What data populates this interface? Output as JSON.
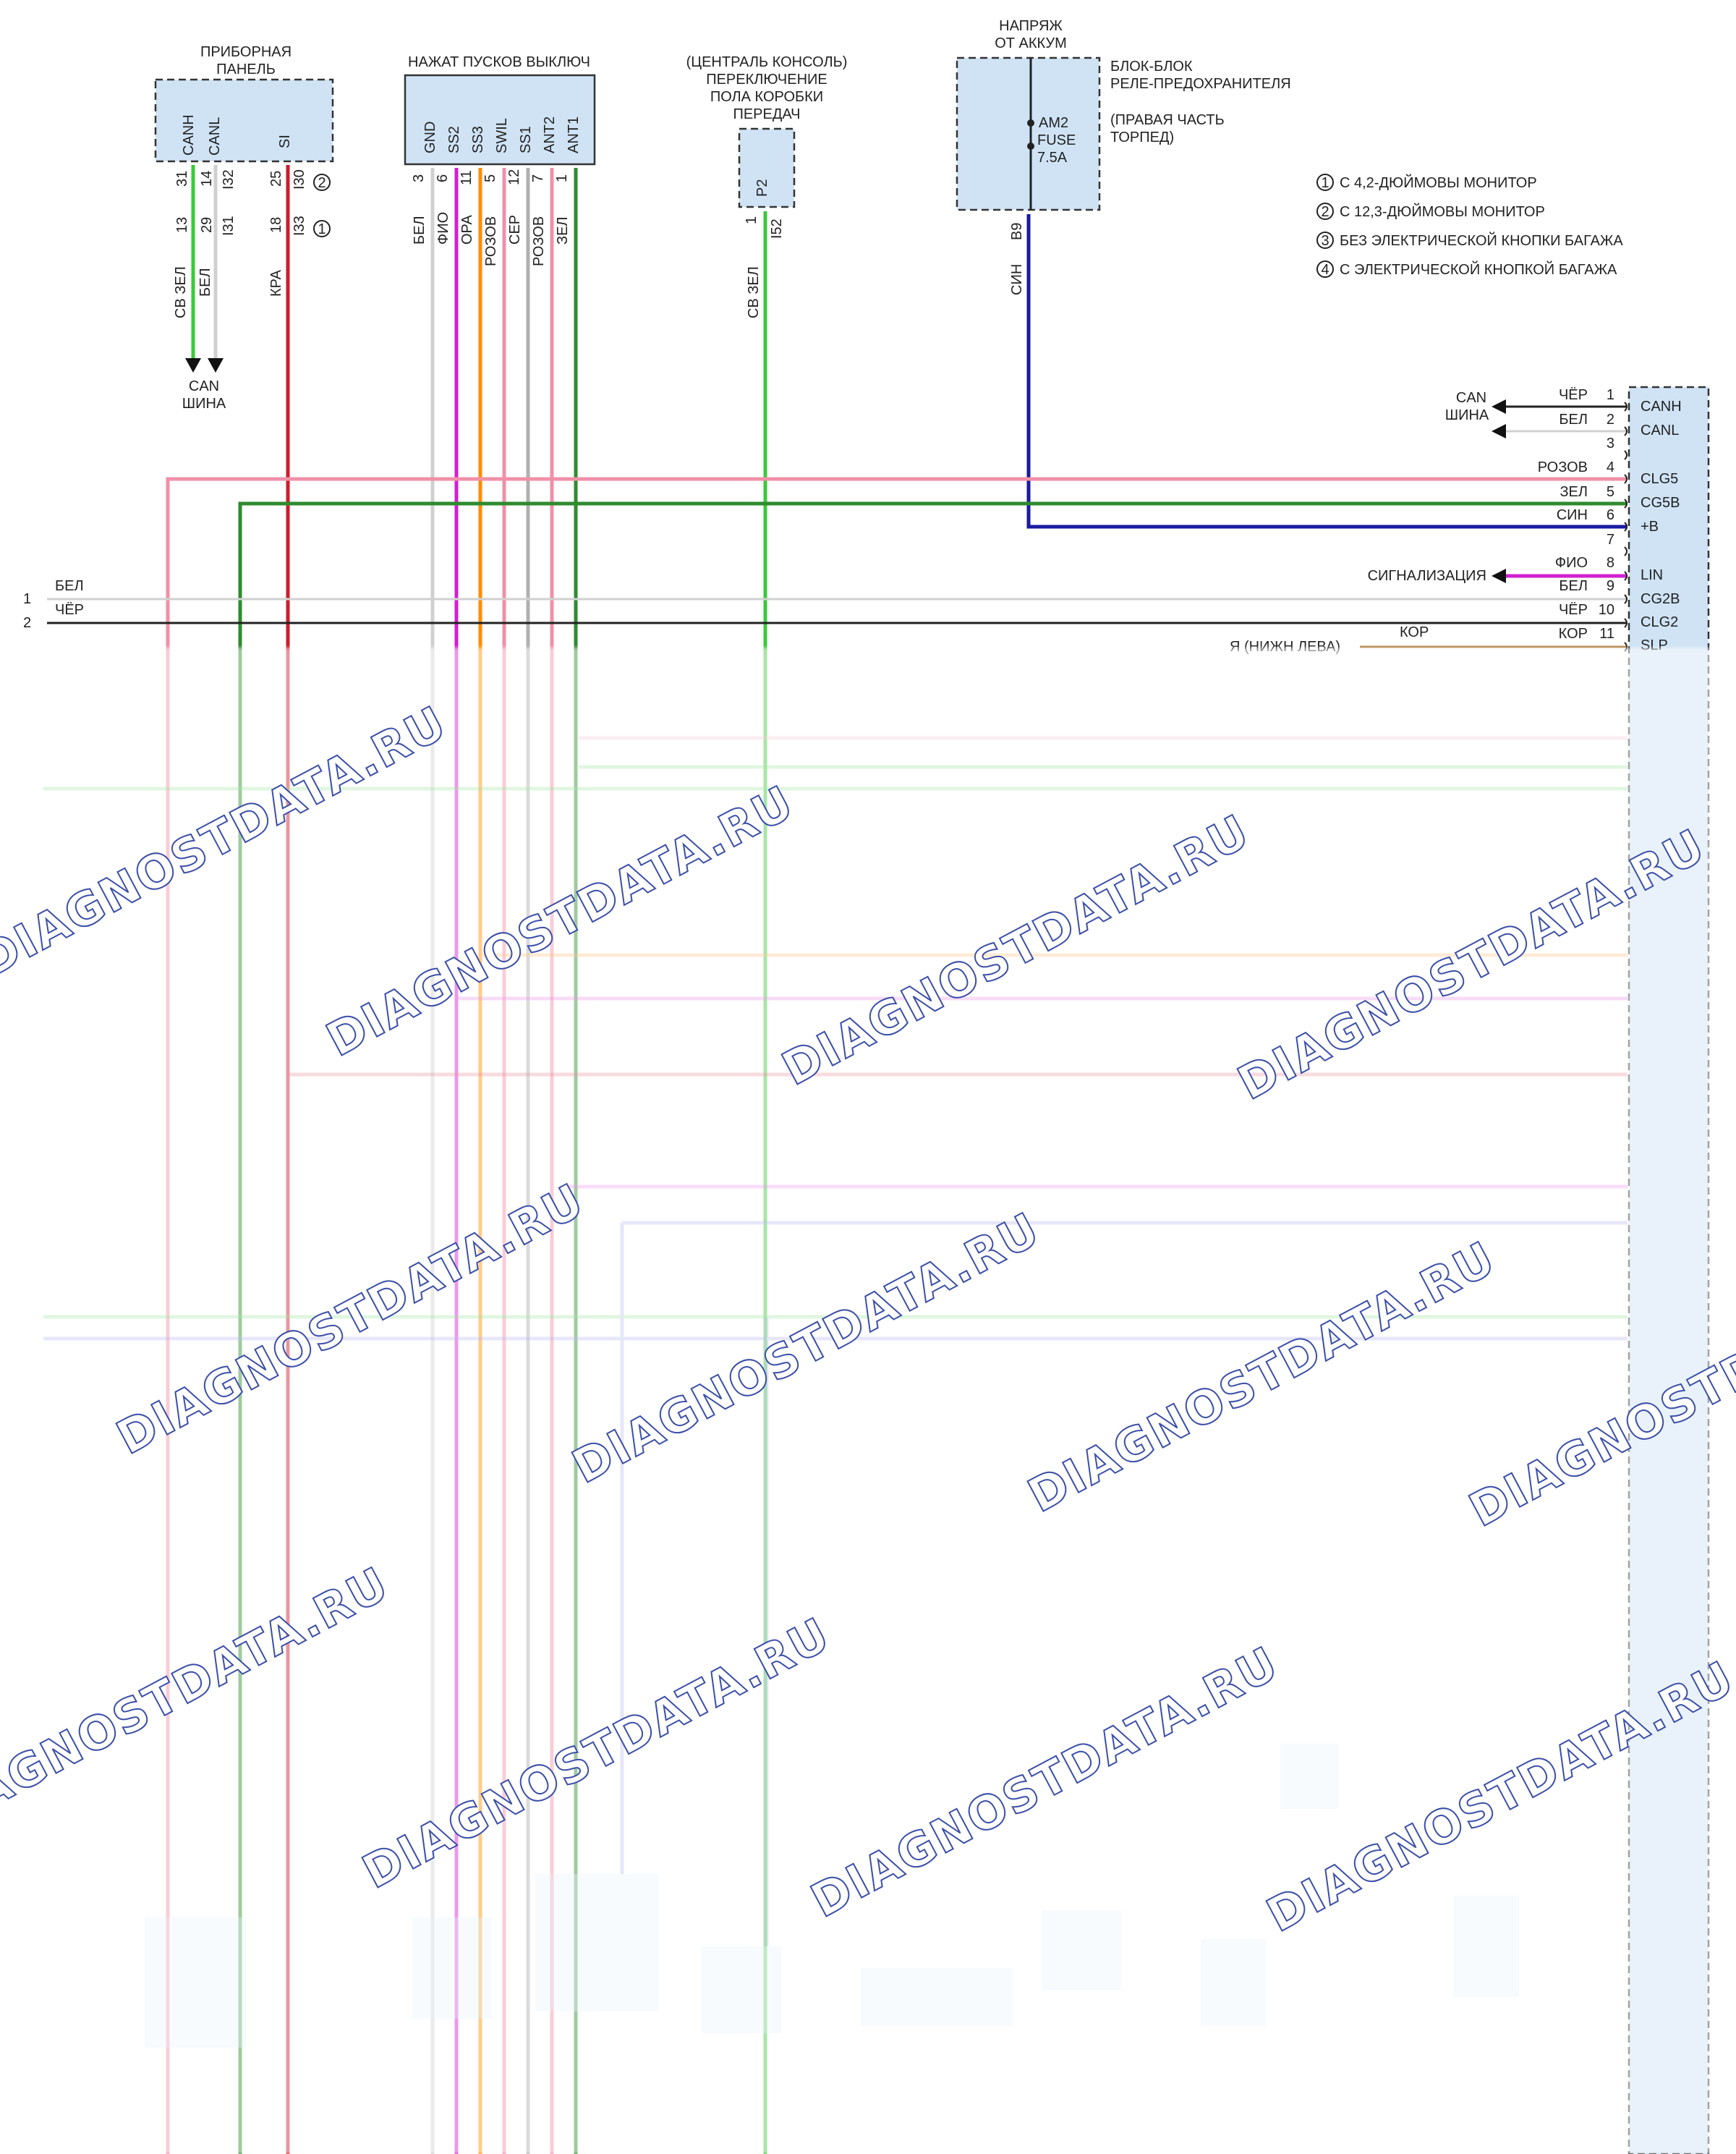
{
  "components": {
    "instrument_panel": {
      "title": [
        "ПРИБОРНАЯ",
        "ПАНЕЛЬ"
      ],
      "pins": [
        "CANH",
        "CANL",
        "SI"
      ]
    },
    "push_start_switch": {
      "title": "НАЖАТ ПУСКОВ ВЫКЛЮЧ",
      "pins": [
        "GND",
        "SS2",
        "SS3",
        "SWIL",
        "SS1",
        "ANT2",
        "ANT1"
      ]
    },
    "shift_switch": {
      "title": [
        "(ЦЕНТРАЛЬ КОНСОЛЬ)",
        "ПЕРЕКЛЮЧЕНИЕ",
        "ПОЛА КОРОБКИ",
        "ПЕРЕДАЧ"
      ],
      "pin": "P2"
    },
    "battery": {
      "title": [
        "НАПРЯЖ",
        "ОТ АККУМ"
      ]
    },
    "fuse_block": {
      "title": [
        "БЛОК-БЛОК",
        "РЕЛЕ-ПРЕДОХРАНИТЕЛЯ"
      ],
      "note": [
        "(ПРАВАЯ ЧАСТЬ",
        "ТОРПЕД)"
      ],
      "fuse": [
        "AM2",
        "FUSE",
        "7.5A"
      ]
    }
  },
  "legend": [
    {
      "num": "1",
      "text": "С 4,2-ДЮЙМОВЫ МОНИТОР"
    },
    {
      "num": "2",
      "text": "С 12,3-ДЮЙМОВЫ МОНИТОР"
    },
    {
      "num": "3",
      "text": "БЕЗ ЭЛЕКТРИЧЕСКОЙ КНОПКИ БАГАЖА"
    },
    {
      "num": "4",
      "text": "С ЭЛЕКТРИЧЕСКОЙ КНОПКОЙ БАГАЖА"
    }
  ],
  "instrument_wires": {
    "top_pins": [
      "31",
      "14",
      "I32",
      "25",
      "I30"
    ],
    "bottom_pins": [
      "13",
      "29",
      "I31",
      "18",
      "I33"
    ],
    "variant_top": "2",
    "variant_bottom": "1",
    "colors": [
      "СВ ЗЕЛ",
      "БЕЛ",
      "КРА"
    ]
  },
  "switch_wires": {
    "pins": [
      "3",
      "6",
      "11",
      "5",
      "12",
      "7",
      "1"
    ],
    "colors": [
      "БЕЛ",
      "ФИО",
      "ОРА",
      "РОЗОВ",
      "СЕР",
      "РОЗОВ",
      "ЗЕЛ"
    ]
  },
  "shift_wire": {
    "pin": "1",
    "connector": "I52",
    "color": "СВ ЗЕЛ"
  },
  "fuse_wire": {
    "pin": "B9",
    "color": "СИН"
  },
  "can_bus_label": [
    "CAN",
    "ШИНА"
  ],
  "right_connector": {
    "rows": [
      {
        "num": "1",
        "color": "ЧЁР",
        "pin": "CANH"
      },
      {
        "num": "2",
        "color": "БЕЛ",
        "pin": "CANL"
      },
      {
        "num": "3",
        "color": "",
        "pin": ""
      },
      {
        "num": "4",
        "color": "РОЗОВ",
        "pin": "CLG5"
      },
      {
        "num": "5",
        "color": "ЗЕЛ",
        "pin": "CG5B"
      },
      {
        "num": "6",
        "color": "СИН",
        "pin": "+B"
      },
      {
        "num": "7",
        "color": "",
        "pin": ""
      },
      {
        "num": "8",
        "color": "ФИО",
        "pin": "LIN"
      },
      {
        "num": "9",
        "color": "БЕЛ",
        "pin": "CG2B"
      },
      {
        "num": "10",
        "color": "ЧЁР",
        "pin": "CLG2"
      },
      {
        "num": "11",
        "color": "КОР",
        "pin": "SLP"
      }
    ]
  },
  "left_feeds": [
    {
      "num": "1",
      "color": "БЕЛ"
    },
    {
      "num": "2",
      "color": "ЧЁР"
    }
  ],
  "alarm_label": "СИГНАЛИЗАЦИЯ",
  "korr_label": "КОР",
  "cutoff_label": "Я (НИЖН ЛЕВА)",
  "watermark": "DIAGNOSTDATA.RU",
  "colors": {
    "green": "#3cc83c",
    "darkgreen": "#2e8b2e",
    "white": "#d0d0d0",
    "red": "#d01a2a",
    "magenta": "#d020d0",
    "orange": "#ff8c00",
    "pink": "#f090a8",
    "gray": "#b0b0b0",
    "blue": "#1a1aa0",
    "black": "#222222",
    "brown": "#b08040"
  }
}
